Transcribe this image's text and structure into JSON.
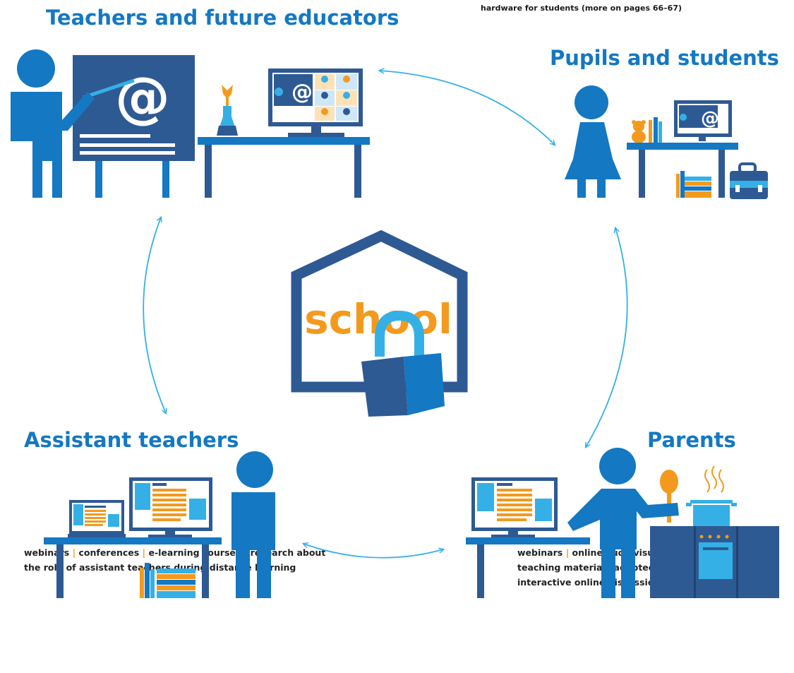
{
  "colors": {
    "brand_blue": "#1478c2",
    "navy": "#2e5a93",
    "light_blue": "#35b0e6",
    "orange": "#f39a1e",
    "separator": "#f39a1e",
    "text_dark": "#222222"
  },
  "top_note": "hardware for students (more on pages 66–67)",
  "center": {
    "label": "school",
    "icons": [
      "house-outline-icon",
      "padlock-icon"
    ]
  },
  "groups": {
    "teachers": {
      "title": "Teachers and future educators",
      "icons": [
        "teacher-icon",
        "blackboard-icon",
        "at-sign-icon",
        "flask-icon",
        "monitor-icon",
        "desk-icon"
      ]
    },
    "pupils": {
      "title": "Pupils and students",
      "icons": [
        "student-icon",
        "teddy-bear-icon",
        "monitor-icon",
        "desk-icon",
        "books-icon",
        "school-bag-icon"
      ]
    },
    "assistants": {
      "title": "Assistant teachers",
      "icons": [
        "laptop-icon",
        "monitor-icon",
        "desk-icon",
        "books-icon",
        "person-icon"
      ]
    },
    "parents": {
      "title": "Parents",
      "icons": [
        "monitor-icon",
        "desk-icon",
        "parent-icon",
        "spoon-icon",
        "cooking-pot-icon",
        "stove-icon"
      ]
    }
  },
  "captions": {
    "assistants": {
      "items": [
        "webinars",
        "conferences",
        "e-learning courses",
        "research about"
      ],
      "line2": "the role of assistant teachers during distance learning"
    },
    "parents": {
      "items1": [
        "webinars",
        "online audiovisual lessons"
      ],
      "line2": "teaching materials adapted for distance learning",
      "line3": "interactive online discussions with experts"
    }
  },
  "separator_char": "|"
}
